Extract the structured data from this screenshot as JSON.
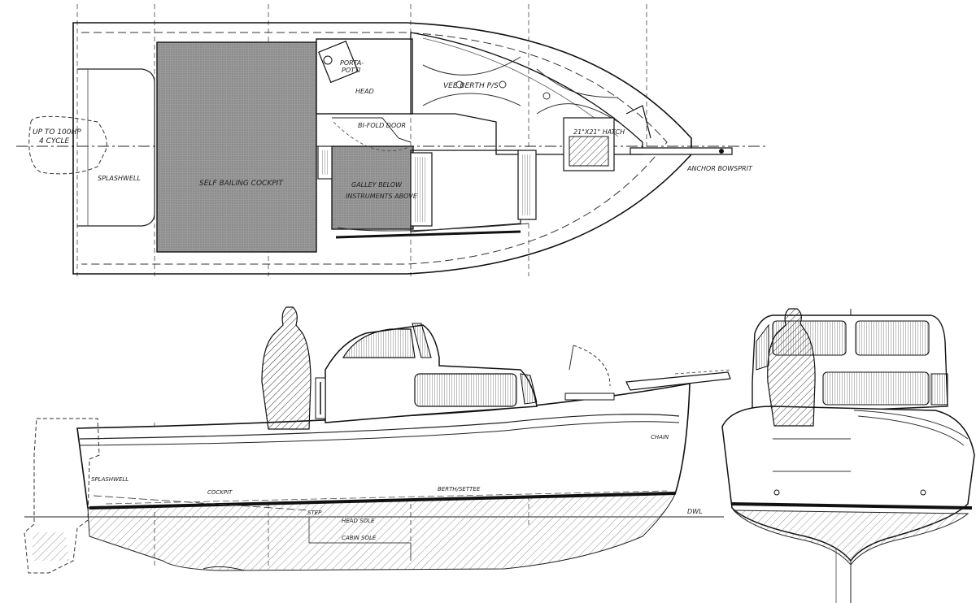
{
  "plan_view": {
    "labels": {
      "outboard": "UP TO 100HP\n4 CYCLE",
      "splashwell": "SPLASHWELL",
      "cockpit": "SELF BAILING COCKPIT",
      "porta_potti": "PORTA-\nPOTTI",
      "head": "HEAD",
      "vee_berth": "VEE BERTH P/S",
      "bifold_door": "BI-FOLD DOOR",
      "galley": "GALLEY BELOW\nINSTRUMENTS ABOVE",
      "hatch": "21\"X21\" HATCH",
      "anchor": "ANCHOR BOWSPRIT"
    }
  },
  "profile_view": {
    "labels": {
      "splashwell": "SPLASHWELL",
      "cockpit": "COCKPIT",
      "berth": "BERTH/SETTEE",
      "chain": "CHAIN",
      "step": "STEP",
      "head_sole": "HEAD SOLE",
      "cabin_sole": "CABIN SOLE",
      "dwl": "DWL"
    }
  },
  "colors": {
    "ink": "#1a1a1a",
    "shade": "#8a8a8a",
    "paper": "#ffffff"
  }
}
